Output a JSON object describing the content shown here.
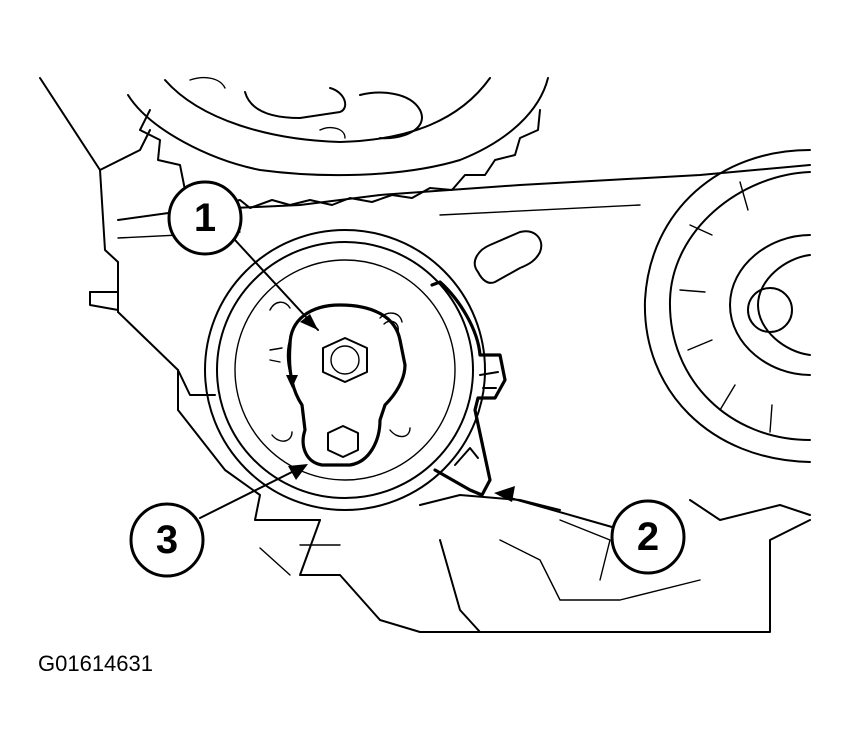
{
  "figure_code": "G01614631",
  "callouts": [
    {
      "label": "1"
    },
    {
      "label": "2"
    },
    {
      "label": "3"
    }
  ]
}
